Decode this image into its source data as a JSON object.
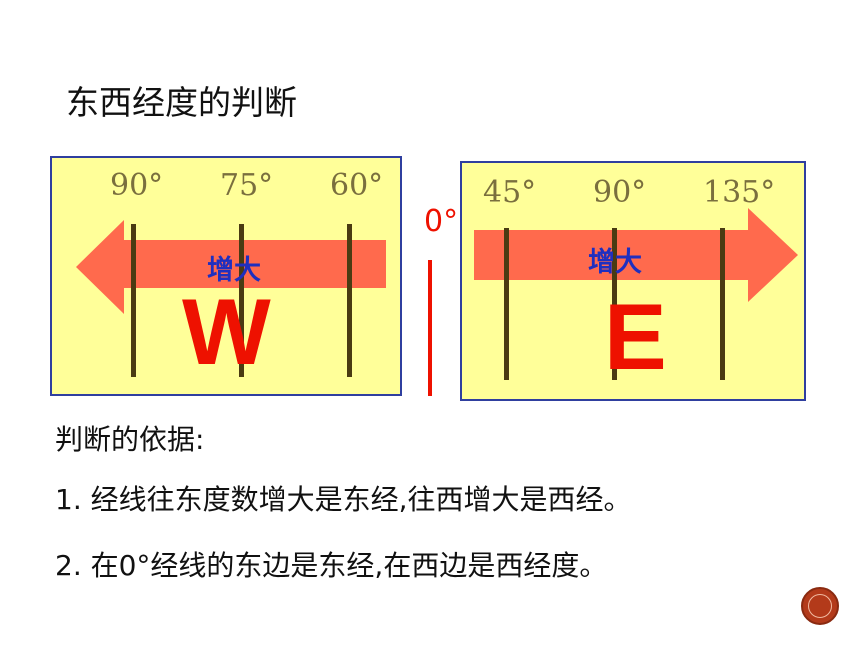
{
  "title": "东西经度的判断",
  "west_panel": {
    "degrees": [
      "90°",
      "75°",
      "60°"
    ],
    "arrow_label": "增大",
    "letter": "W",
    "arrow_color": "#ff6a4d"
  },
  "east_panel": {
    "degrees": [
      "45°",
      "90°",
      "135°"
    ],
    "arrow_label": "增大",
    "letter": "E",
    "arrow_color": "#ff6a4d"
  },
  "prime_meridian_label": "0°",
  "basis_heading": "判断的依据:",
  "rules": [
    "1. 经线往东度数增大是东经,往西增大是西经。",
    "2. 在0°经线的东边是东经,在西边是西经度。"
  ],
  "colors": {
    "panel_bg": "#ffff99",
    "panel_border": "#2f3f9f",
    "emphasis_red": "#ee1100",
    "label_blue": "#1f2fbf"
  }
}
